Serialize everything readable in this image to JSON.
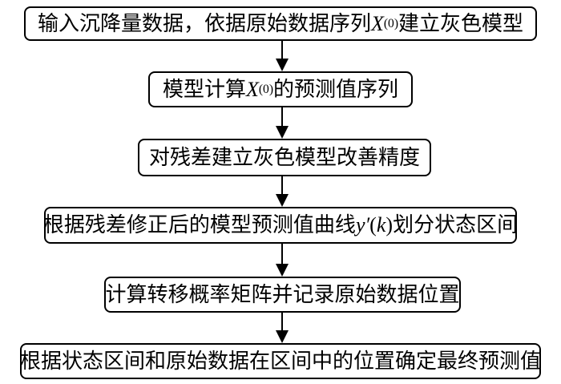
{
  "flowchart": {
    "background_color": "#ffffff",
    "border_color": "#000000",
    "text_color": "#000000",
    "steps": [
      {
        "segments": [
          {
            "t": "输入沉降量数据，依据原始数据序列"
          },
          {
            "t": "X",
            "s": "i"
          },
          {
            "t": "(0)",
            "s": "sup"
          },
          {
            "t": "建立灰色模型"
          }
        ]
      },
      {
        "segments": [
          {
            "t": "模型计算"
          },
          {
            "t": "X",
            "s": "i"
          },
          {
            "t": "(0)",
            "s": "sup"
          },
          {
            "t": "的预测值序列"
          }
        ]
      },
      {
        "segments": [
          {
            "t": "对残差建立灰色模型改善精度"
          }
        ]
      },
      {
        "segments": [
          {
            "t": "根据残差修正后的模型预测值曲线"
          },
          {
            "t": "y′",
            "s": "i"
          },
          {
            "t": "(",
            "s": "m"
          },
          {
            "t": "k",
            "s": "i"
          },
          {
            "t": ")",
            "s": "m"
          },
          {
            "t": "划分状态区间"
          }
        ]
      },
      {
        "segments": [
          {
            "t": "计算转移概率矩阵并记录原始数据位置"
          }
        ]
      },
      {
        "segments": [
          {
            "t": "根据状态区间和原始数据在区间中的位置确定最终预测值"
          }
        ]
      }
    ]
  }
}
